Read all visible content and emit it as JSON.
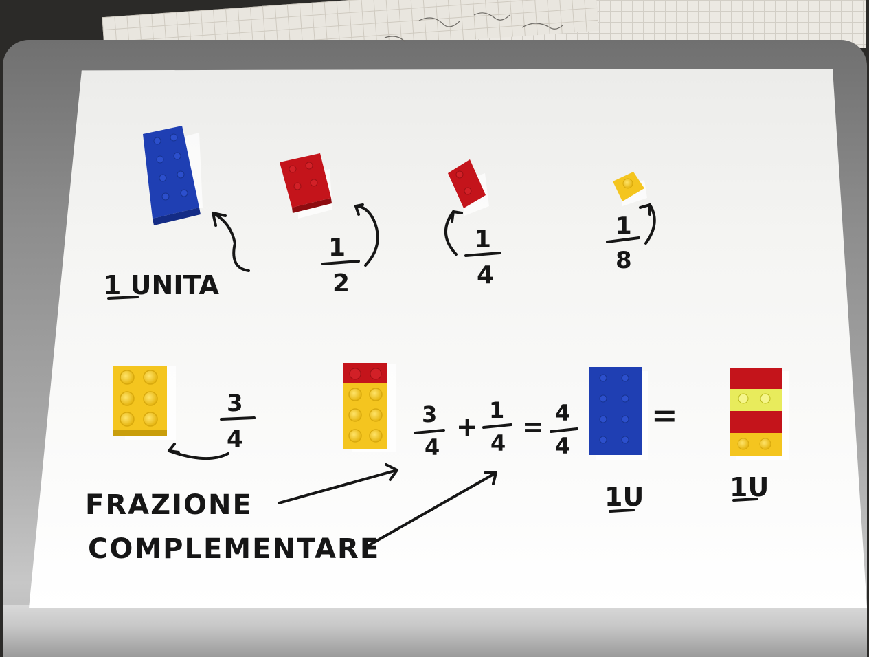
{
  "labels": {
    "unita": "1 UNITA",
    "half_num": "1",
    "half_den": "2",
    "quarter_num": "1",
    "quarter_den": "4",
    "eighth_num": "1",
    "eighth_den": "8",
    "three_quarters_num": "3",
    "three_quarters_den": "4",
    "eq_a_num": "3",
    "eq_a_den": "4",
    "eq_plus": "+",
    "eq_b_num": "1",
    "eq_b_den": "4",
    "eq_equals": "=",
    "eq_c_num": "4",
    "eq_c_den": "4",
    "eq_equals_2": "=",
    "unit_left": "1U",
    "unit_right": "1U",
    "frazione": "FRAZIONE",
    "complementare": "COMPLEMENTARE"
  },
  "colors": {
    "blue": "#1f3fb3",
    "red": "#c4141b",
    "yellow": "#f4c51f",
    "ink": "#161616"
  }
}
